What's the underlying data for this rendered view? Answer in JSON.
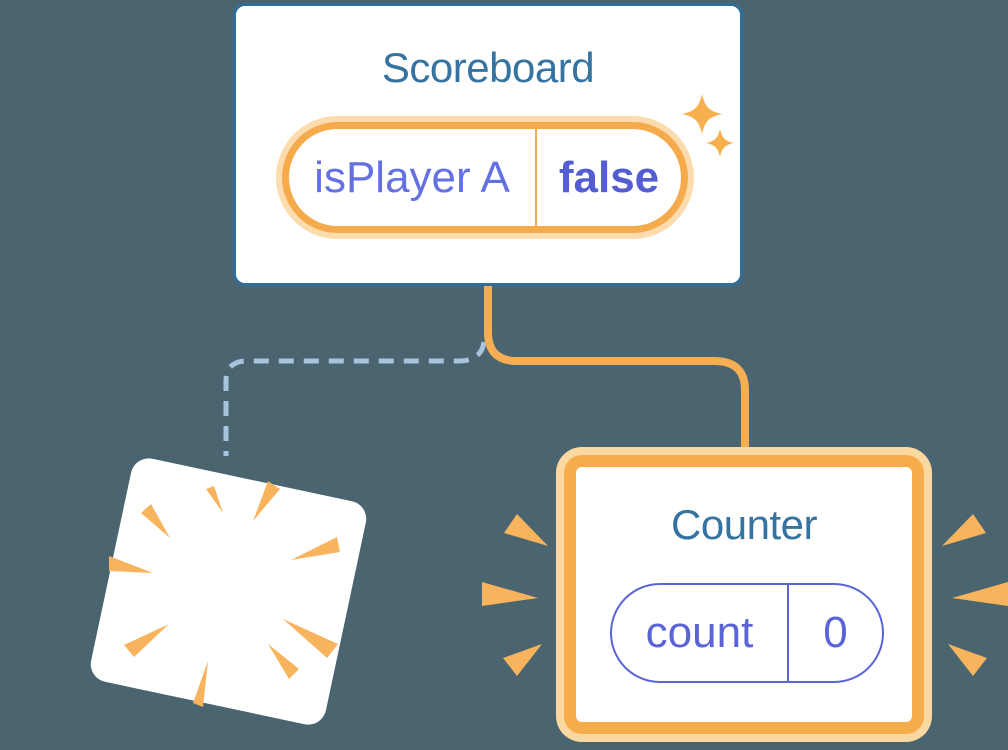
{
  "diagram": {
    "description": "Component tree: Scoreboard parent keeps state while old child poofs away and a new Counter child is created",
    "scoreboard": {
      "title": "Scoreboard",
      "state": {
        "name": "isPlayer A",
        "value": "false"
      }
    },
    "counter": {
      "title": "Counter",
      "state": {
        "name": "count",
        "value": "0"
      }
    }
  },
  "icons": {
    "sparkles": "four-point-star-sparkles",
    "poof": "poof-starburst-card",
    "bursts": "emphasis-burst-wedges",
    "solid_edge": "tree-edge-solid",
    "dashed_edge": "tree-edge-dashed"
  },
  "colors": {
    "background": "#4a6570",
    "card_border_blue": "#2e6e99",
    "title_text": "#3573a0",
    "accent_orange": "#f5ab4c",
    "accent_orange_light": "#fcdcae",
    "connector_orange": "#f5ae54",
    "burst_orange": "#f7b45c",
    "indigo_text": "#5b64d7",
    "indigo_key": "#6471e2",
    "indigo_value_bold": "#545dd1",
    "dashed_line_blue": "#a8c4dc",
    "card_fill": "#ffffff"
  }
}
